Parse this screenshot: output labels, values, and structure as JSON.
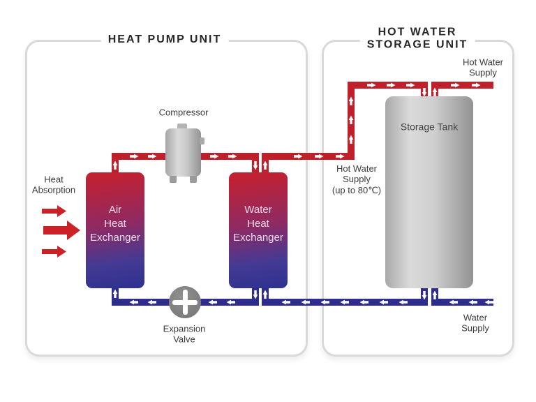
{
  "diagram": {
    "units": {
      "heat_pump": {
        "title": "HEAT PUMP UNIT"
      },
      "storage": {
        "title": "HOT WATER\nSTORAGE UNIT"
      }
    },
    "components": {
      "compressor": "Compressor",
      "air_heat_exchanger": "Air\nHeat\nExchanger",
      "water_heat_exchanger": "Water\nHeat\nExchanger",
      "expansion_valve": "Expansion\nValve",
      "storage_tank": "Storage Tank"
    },
    "labels": {
      "heat_absorption": "Heat\nAbsorption",
      "hot_water_supply_out": "Hot Water\nSupply",
      "hot_water_supply_mid": "Hot Water\nSupply\n(up to 80℃)",
      "water_supply": "Water\nSupply"
    }
  },
  "colors": {
    "pipe_hot": "#c0202c",
    "pipe_cold": "#2f2d8c",
    "arrow_red": "#cb2127",
    "box_border": "#d9d9d9",
    "text_dark": "#3a3a3a",
    "title_dark": "#262626",
    "hx_text": "#f2dcea",
    "hx_top": "#c02133",
    "hx_mid": "#8e2a63",
    "hx_bottom": "#2e3190",
    "metal_light": "#dadada",
    "metal_dark": "#929292",
    "valve_gray": "#7d7d7d"
  }
}
